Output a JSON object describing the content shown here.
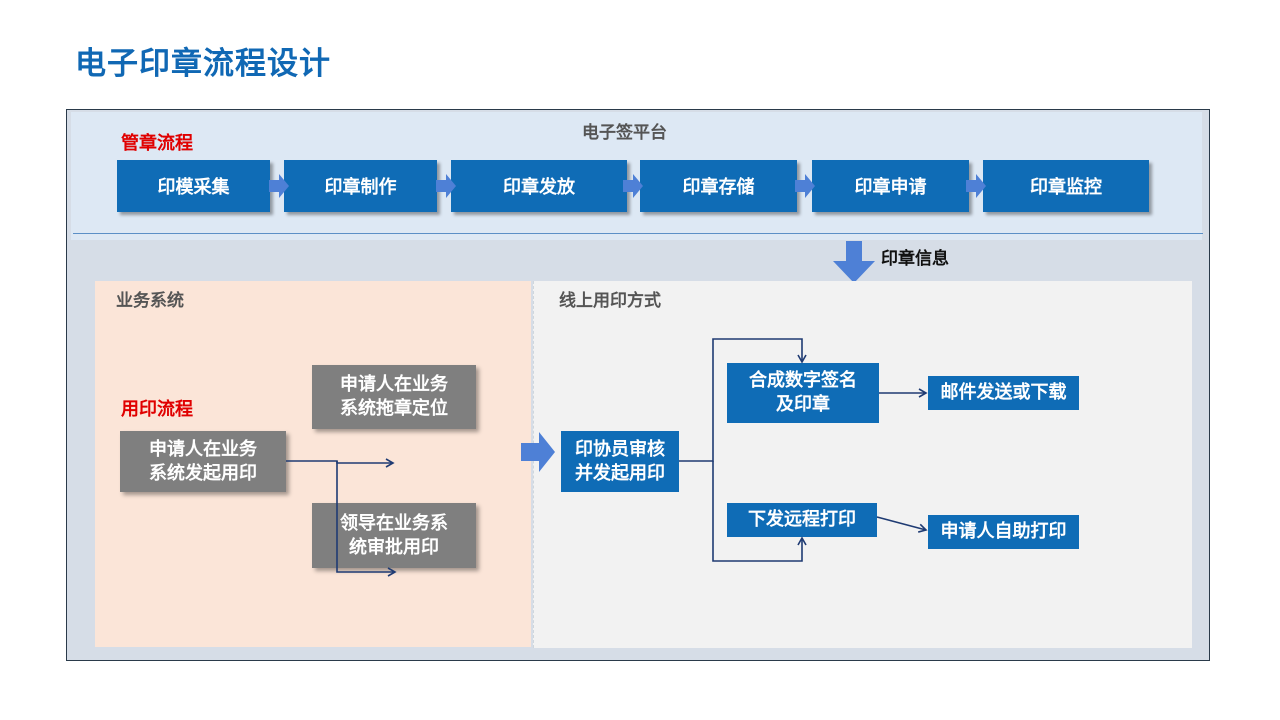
{
  "page_title": "电子印章流程设计",
  "platform": {
    "title": "电子签平台",
    "process_label": "管章流程",
    "steps": [
      "印模采集",
      "印章制作",
      "印章发放",
      "印章存储",
      "印章申请",
      "印章监控"
    ],
    "output_label": "印章信息"
  },
  "business_system": {
    "title": "业务系统",
    "process_label": "用印流程",
    "start_box": "申请人在业务系统发起用印",
    "start_box_lines": [
      "申请人在业务",
      "系统发起用印"
    ],
    "branch_top_lines": [
      "申请人在业务",
      "系统拖章定位"
    ],
    "branch_bottom_lines": [
      "领导在业务系",
      "统审批用印"
    ]
  },
  "online_seal": {
    "title": "线上用印方式",
    "review_lines": [
      "印协员审核",
      "并发起用印"
    ],
    "compose_lines": [
      "合成数字签名",
      "及印章"
    ],
    "email_label": "邮件发送或下载",
    "remote_print_label": "下发远程打印",
    "self_print_label": "申请人自助打印"
  },
  "colors": {
    "title_blue": "#1068b4",
    "box_blue": "#0f6cb6",
    "box_gray": "#7f7f7f",
    "accent_red": "#e00000",
    "arrow_blue": "#4e80d6",
    "line_navy": "#1f3b73"
  }
}
